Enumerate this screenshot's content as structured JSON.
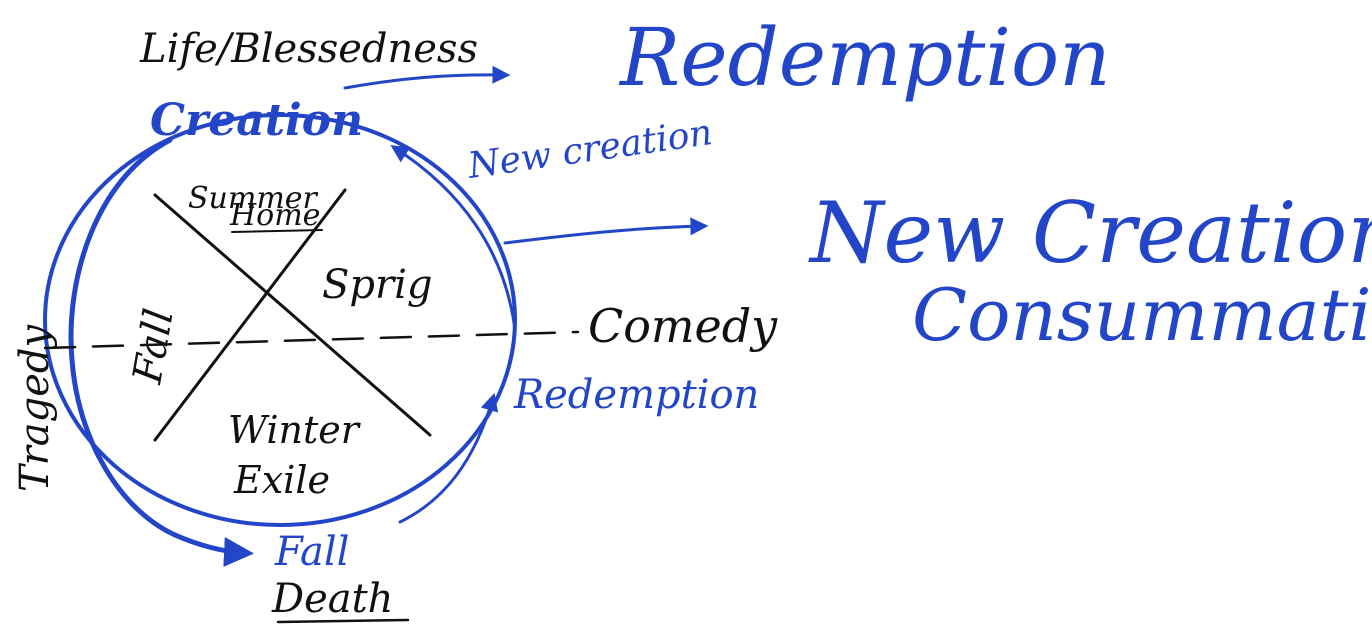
{
  "colors": {
    "blue_ink": "#2346c8",
    "black_ink": "#111111",
    "background": "#ffffff"
  },
  "labels": {
    "life_blessedness": "Life/Blessedness",
    "creation": "Creation",
    "redemption_big": "Redemption",
    "new_creation_small": "New creation",
    "new_creation_big": "New Creation/",
    "consummation": "Consummation",
    "summer": "Summer",
    "home": "Home",
    "spring": "Sprig",
    "fall_quadrant": "Fall",
    "winter": "Winter",
    "exile": "Exile",
    "comedy": "Comedy",
    "tragedy": "Tragedy",
    "redemption_small": "Redemption",
    "fall_arrow": "Fall",
    "death": "Death"
  }
}
